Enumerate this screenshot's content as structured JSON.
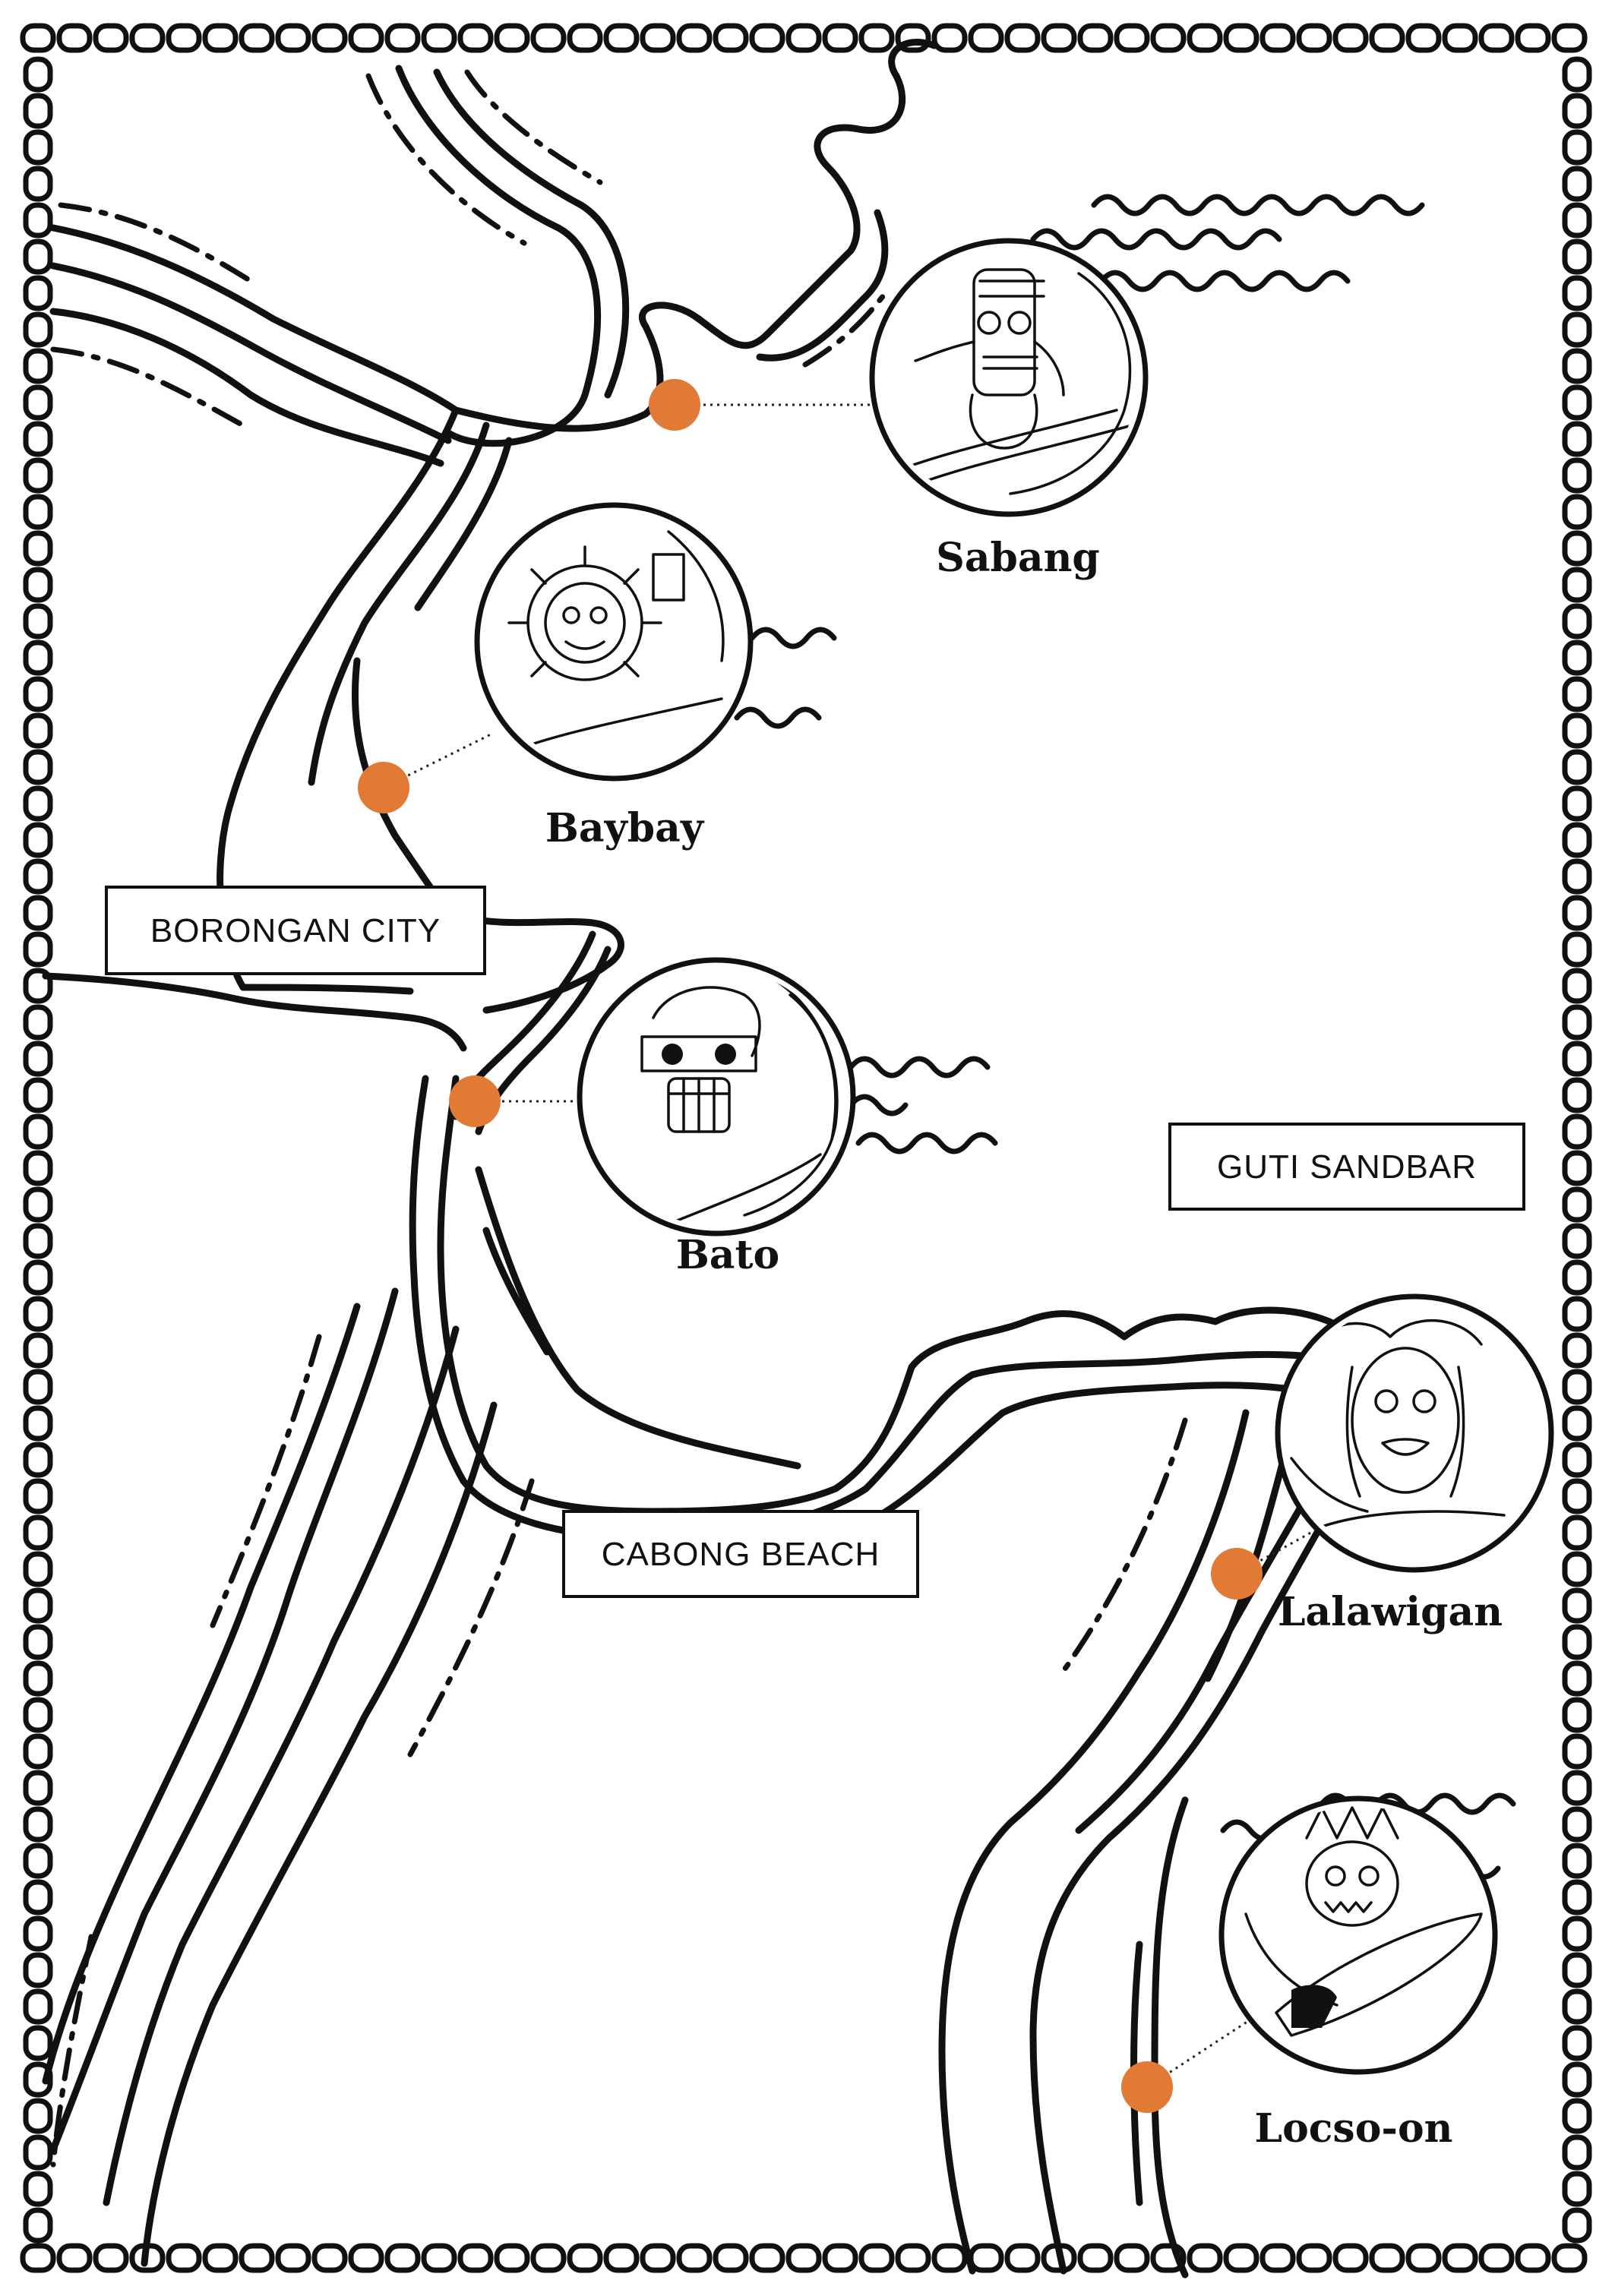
{
  "places": [
    {
      "id": "borongan-city",
      "label": "BORONGAN CITY"
    },
    {
      "id": "cabong-beach",
      "label": "CABONG BEACH"
    },
    {
      "id": "guti-sandbar",
      "label": "GUTI SANDBAR"
    }
  ],
  "spots": [
    {
      "id": "sabang",
      "name": "Sabang",
      "mask_icon": "tiki-mask-surfer-icon"
    },
    {
      "id": "baybay",
      "name": "Baybay",
      "mask_icon": "sun-mask-surfer-icon"
    },
    {
      "id": "bato",
      "name": "Bato",
      "mask_icon": "rock-mask-surfer-icon"
    },
    {
      "id": "lalawigan",
      "name": "Lalawigan",
      "mask_icon": "tribal-mask-surfer-icon"
    },
    {
      "id": "locso-on",
      "name": "Locso-on",
      "mask_icon": "spiky-mask-surfer-icon"
    }
  ],
  "colors": {
    "spot_marker": "#e07a35",
    "ink": "#111111",
    "paper": "#ffffff"
  }
}
